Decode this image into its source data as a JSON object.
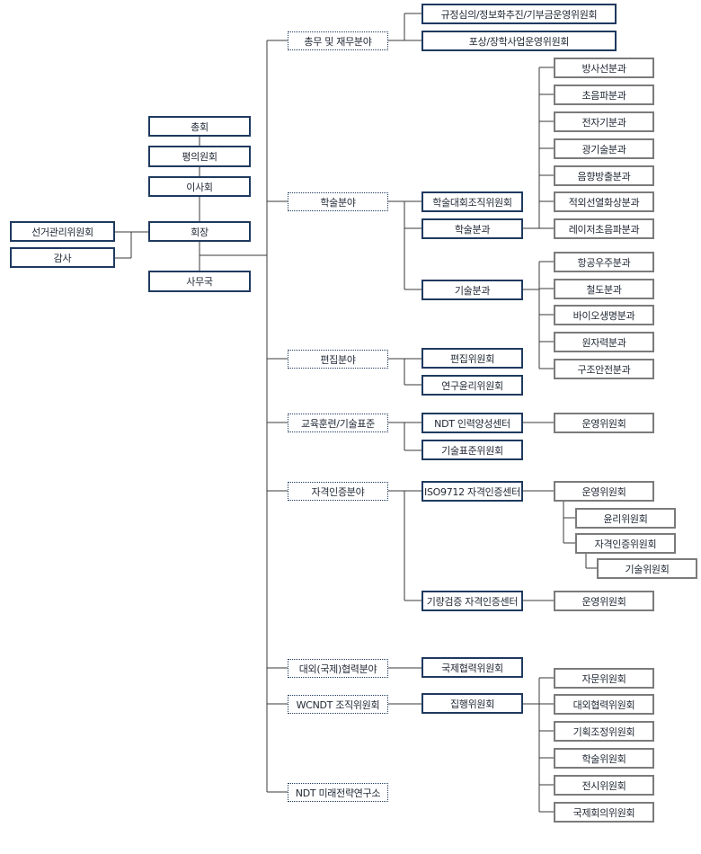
{
  "colors": {
    "navy": "#1f3a5f",
    "gray": "#7b7b7b",
    "line": "#3a3a3a"
  },
  "governance": {
    "general_assembly": "총회",
    "council": "평의원회",
    "board": "이사회",
    "president": "회장",
    "secretariat": "사무국",
    "election_committee": "선거관리위원회",
    "auditor": "감사"
  },
  "divisions": {
    "admin": {
      "label": "총무 및 재무분야",
      "committees": [
        "규정심의/정보화추진/기부금운영위원회",
        "포상/장학사업운영위원회"
      ]
    },
    "academic": {
      "label": "학술분야",
      "conference_committee": "학술대회조직위원회",
      "academic_division": "학술분과",
      "academic_subdivisions": [
        "방사선분과",
        "초음파분과",
        "전자기분과",
        "광기술분과",
        "음향방출분과",
        "적외선열화상분과",
        "레이저초음파분과"
      ],
      "technical_division": "기술분과",
      "technical_subdivisions": [
        "항공우주분과",
        "철도분과",
        "바이오생명분과",
        "원자력분과",
        "구조안전분과"
      ]
    },
    "editorial": {
      "label": "편집분야",
      "committees": [
        "편집위원회",
        "연구윤리위원회"
      ]
    },
    "education": {
      "label": "교육훈련/기술표준",
      "training_center": "NDT 인력양성센터",
      "operating_committee": "운영위원회",
      "standards_committee": "기술표준위원회"
    },
    "certification": {
      "label": "자격인증분야",
      "iso_center": "ISO9712 자격인증센터",
      "iso_operating_committee": "운영위원회",
      "ethics_committee": "윤리위원회",
      "cert_committee": "자격인증위원회",
      "tech_committee": "기술위원회",
      "instrument_center": "기량검증 자격인증센터",
      "instrument_operating_committee": "운영위원회"
    },
    "international": {
      "label": "대외(국제)협력분야",
      "committee": "국제협력위원회"
    },
    "wcndt": {
      "label": "WCNDT 조직위원회",
      "executive": "집행위원회",
      "subcommittees": [
        "자문위원회",
        "대외협력위원회",
        "기획조정위원회",
        "학술위원회",
        "전시위원회",
        "국제회의위원회"
      ]
    },
    "future": {
      "label": "NDT 미래전략연구소"
    }
  }
}
